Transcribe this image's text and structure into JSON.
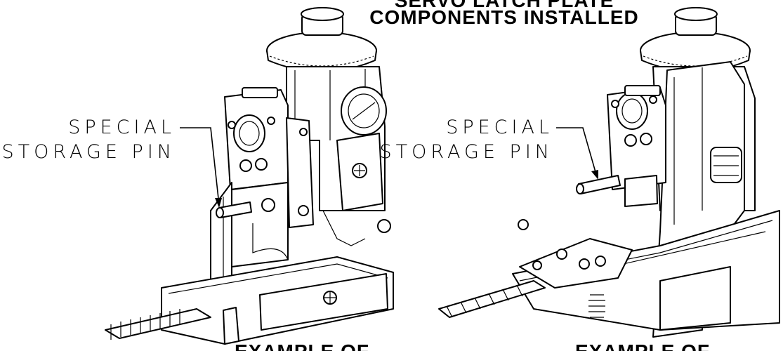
{
  "header": {
    "title_line1": "SERVO LATCH PLATE",
    "title_line2": "COMPONENTS INSTALLED"
  },
  "left_view": {
    "callout_line1": "SPECIAL",
    "callout_line2": "STORAGE PIN",
    "footer_label": "EXAMPLE OF"
  },
  "right_view": {
    "callout_line1": "SPECIAL",
    "callout_line2": "STORAGE PIN",
    "footer_label": "EXAMPLE OF"
  }
}
